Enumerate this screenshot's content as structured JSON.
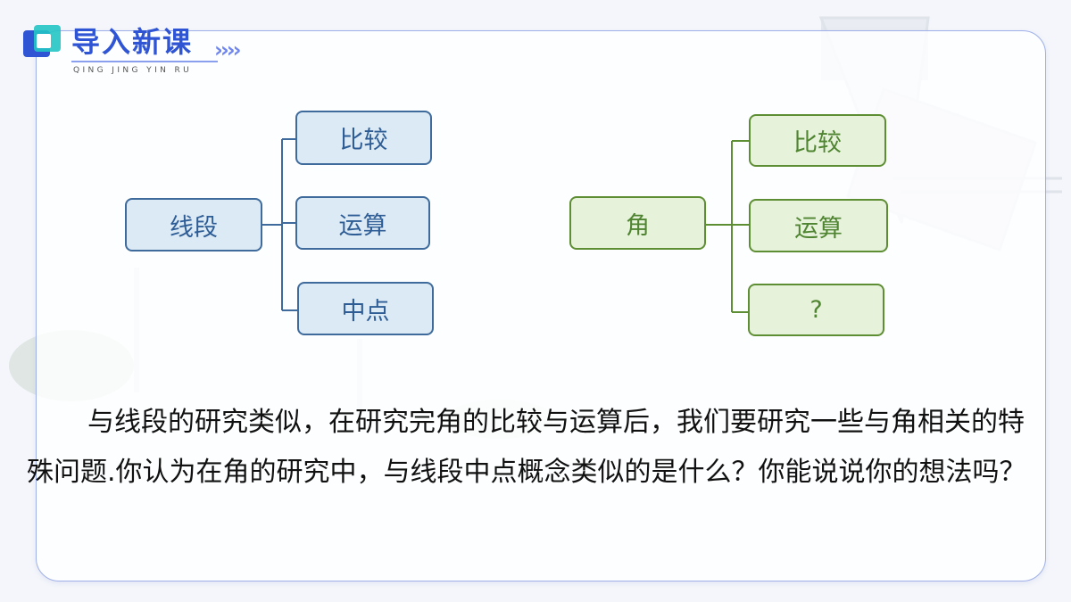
{
  "header": {
    "title": "导入新课",
    "arrows": "››››",
    "subtitle": "QING JING YIN RU"
  },
  "diagram": {
    "left": {
      "root": "线段",
      "children": [
        "比较",
        "运算",
        "中点"
      ]
    },
    "right": {
      "root": "角",
      "children": [
        "比较",
        "运算",
        "?"
      ]
    }
  },
  "paragraph": "与线段的研究类似，在研究完角的比较与运算后，我们要研究一些与角相关的特殊问题.你认为在角的研究中，与线段中点概念类似的是什么？你能说说你的想法吗？",
  "colors": {
    "accent": "#2f55d4",
    "blue_border": "#3e6b9c",
    "blue_fill": "#dceaf6",
    "green_border": "#5e8e34",
    "green_fill": "#e6f2da"
  },
  "icons": {
    "logo": "stacked-squares-icon",
    "watermark": "math-ruler-protractor-icon"
  }
}
